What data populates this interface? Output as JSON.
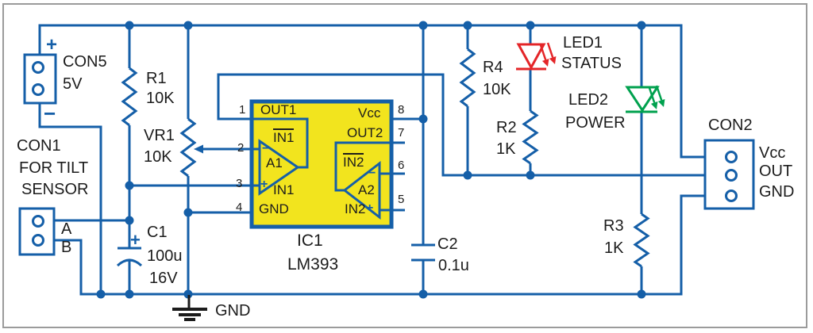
{
  "diagram": {
    "kind": "circuit-schematic",
    "colors": {
      "wire_blue": "#155fa8",
      "ic_fill_yellow": "#f2e41e",
      "led1_red": "#e42528",
      "led2_green": "#00a14e",
      "text_black": "#1c1c1c",
      "frame_gray": "#9b9b9b"
    }
  },
  "components": {
    "con5": {
      "name": "CON5",
      "value": "5V",
      "plus": "+",
      "minus": "−"
    },
    "con1": {
      "name": "CON1",
      "desc1": "FOR TILT",
      "desc2": "SENSOR",
      "pin_a": "A",
      "pin_b": "B"
    },
    "r1": {
      "name": "R1",
      "value": "10K"
    },
    "vr1": {
      "name": "VR1",
      "value": "10K"
    },
    "c1": {
      "name": "C1",
      "value": "100u",
      "rating": "16V",
      "plus": "+"
    },
    "c2": {
      "name": "C2",
      "value": "0.1u"
    },
    "r4": {
      "name": "R4",
      "value": "10K"
    },
    "r2": {
      "name": "R2",
      "value": "1K"
    },
    "r3": {
      "name": "R3",
      "value": "1K"
    },
    "led1": {
      "name": "LED1",
      "function": "STATUS"
    },
    "led2": {
      "name": "LED2",
      "function": "POWER"
    },
    "gnd": {
      "label": "GND"
    },
    "con2": {
      "name": "CON2",
      "pin_vcc": "Vcc",
      "pin_out": "OUT",
      "pin_gnd": "GND"
    },
    "ic1": {
      "ref": "IC1",
      "part": "LM393",
      "plus": "+",
      "minus": "−",
      "labels": {
        "out1": "OUT1",
        "vcc": "Vcc",
        "out2": "OUT2",
        "in1_inv": "IN1",
        "a1": "A1",
        "in1": "IN1",
        "gnd": "GND",
        "in2_inv": "IN2",
        "a2": "A2",
        "in2": "IN2"
      },
      "pin_numbers": {
        "p1": "1",
        "p2": "2",
        "p3": "3",
        "p4": "4",
        "p5": "5",
        "p6": "6",
        "p7": "7",
        "p8": "8"
      }
    }
  }
}
